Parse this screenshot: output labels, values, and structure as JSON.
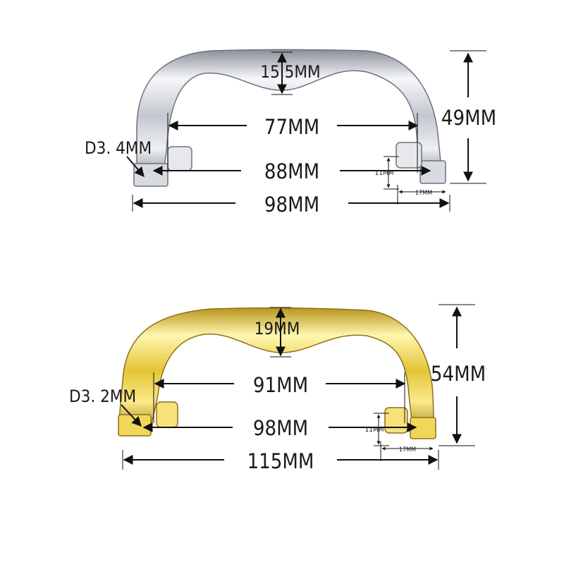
{
  "handles": [
    {
      "finish": "chrome",
      "colors": {
        "base": "#c9ccd2",
        "light": "#f4f5f8",
        "dark": "#7d828c"
      },
      "dims": {
        "grip_thickness": "15.5MM",
        "inner_span": "77MM",
        "height": "49MM",
        "hole_diameter": "D3. 4MM",
        "hole_spacing": "88MM",
        "base_height": "11MM",
        "base_width": "17MM",
        "overall_length": "98MM"
      }
    },
    {
      "finish": "gold",
      "colors": {
        "base": "#e2c234",
        "light": "#fff6a8",
        "dark": "#a8871a"
      },
      "dims": {
        "grip_thickness": "19MM",
        "inner_span": "91MM",
        "height": "54MM",
        "hole_diameter": "D3. 2MM",
        "hole_spacing": "98MM",
        "base_height": "11MM",
        "base_width": "17MM",
        "overall_length": "115MM"
      }
    }
  ]
}
